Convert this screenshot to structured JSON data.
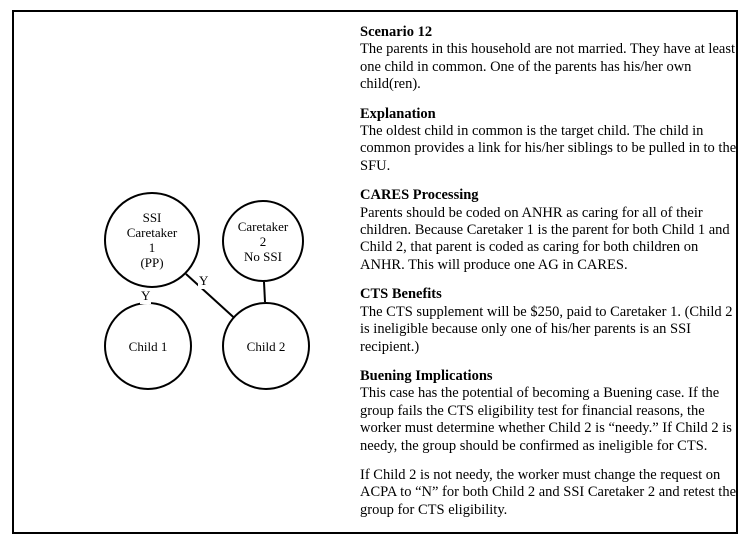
{
  "diagram": {
    "nodes": [
      {
        "id": "ssi-caretaker-1",
        "lines": [
          "SSI",
          "Caretaker",
          "1",
          "(PP)"
        ]
      },
      {
        "id": "caretaker-2",
        "lines": [
          "Caretaker",
          "2",
          "No SSI"
        ]
      },
      {
        "id": "child-1",
        "lines": [
          "Child 1"
        ]
      },
      {
        "id": "child-2",
        "lines": [
          "Child 2"
        ]
      }
    ],
    "edge_labels": [
      {
        "id": "y-left",
        "text": "Y"
      },
      {
        "id": "y-right",
        "text": "Y"
      }
    ]
  },
  "content": {
    "scenario": {
      "title": "Scenario 12",
      "body": "The parents in this household are not married. They have at least one child in common. One of the parents has his/her own child(ren)."
    },
    "explanation": {
      "title": "Explanation",
      "body": "The oldest child in common is the target child. The child in common provides a link for his/her siblings to be pulled in to the SFU."
    },
    "cares_processing": {
      "title": "CARES Processing",
      "body": "Parents should be coded on ANHR as caring for all of their children. Because Caretaker 1 is the parent for both Child 1 and Child 2, that parent is coded as caring for both children on ANHR. This will produce one AG in CARES."
    },
    "cts_benefits": {
      "title": "CTS Benefits",
      "body": "The CTS supplement will be $250, paid to Caretaker 1. (Child 2 is ineligible because only one of his/her parents is an SSI recipient.)"
    },
    "buening_implications": {
      "title": "Buening Implications",
      "body": "This case has the potential of becoming a Buening case. If the group fails the CTS eligibility test for financial reasons, the worker must determine whether Child 2 is “needy.” If Child 2 is needy, the group should be confirmed as ineligible for CTS.",
      "body2": "If Child 2 is not needy, the worker must change the request on ACPA to “N” for both Child 2 and SSI Caretaker 2 and retest the group for CTS eligibility."
    }
  }
}
